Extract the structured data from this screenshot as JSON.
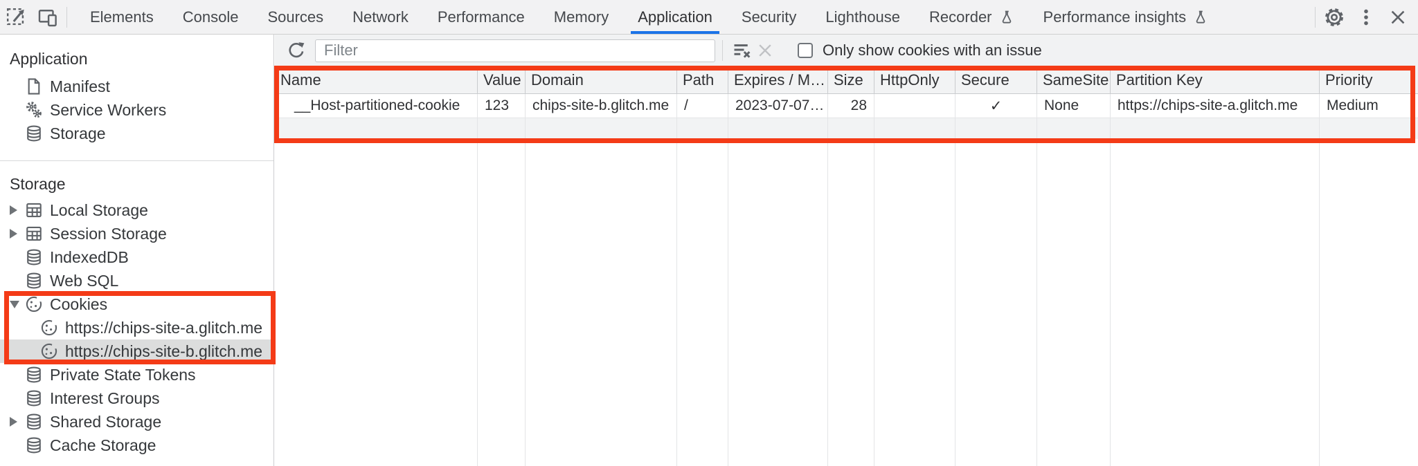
{
  "top_bar": {
    "tabs": [
      {
        "label": "Elements"
      },
      {
        "label": "Console"
      },
      {
        "label": "Sources"
      },
      {
        "label": "Network"
      },
      {
        "label": "Performance"
      },
      {
        "label": "Memory"
      },
      {
        "label": "Application",
        "selected": true
      },
      {
        "label": "Security"
      },
      {
        "label": "Lighthouse"
      },
      {
        "label": "Recorder",
        "has_flask_icon": true
      },
      {
        "label": "Performance insights",
        "has_flask_icon": true
      }
    ]
  },
  "sidebar": {
    "application_section": {
      "title": "Application",
      "items": [
        {
          "label": "Manifest",
          "icon": "document-icon"
        },
        {
          "label": "Service Workers",
          "icon": "gears-icon"
        },
        {
          "label": "Storage",
          "icon": "database-icon"
        }
      ]
    },
    "storage_section": {
      "title": "Storage",
      "items": [
        {
          "label": "Local Storage",
          "icon": "table-icon",
          "collapsed": true
        },
        {
          "label": "Session Storage",
          "icon": "table-icon",
          "collapsed": true
        },
        {
          "label": "IndexedDB",
          "icon": "database-icon"
        },
        {
          "label": "Web SQL",
          "icon": "database-icon"
        },
        {
          "label": "Cookies",
          "icon": "cookie-icon",
          "expanded": true,
          "children": [
            {
              "label": "https://chips-site-a.glitch.me",
              "icon": "cookie-icon"
            },
            {
              "label": "https://chips-site-b.glitch.me",
              "icon": "cookie-icon",
              "selected": true
            }
          ]
        },
        {
          "label": "Private State Tokens",
          "icon": "database-icon"
        },
        {
          "label": "Interest Groups",
          "icon": "database-icon"
        },
        {
          "label": "Shared Storage",
          "icon": "database-icon",
          "collapsed": true
        },
        {
          "label": "Cache Storage",
          "icon": "database-icon"
        }
      ]
    }
  },
  "cookies_toolbar": {
    "filter_placeholder": "Filter",
    "only_show_issue_label": "Only show cookies with an issue",
    "checkbox_checked": false
  },
  "cookies_table": {
    "columns": [
      "Name",
      "Value",
      "Domain",
      "Path",
      "Expires / M…",
      "Size",
      "HttpOnly",
      "Secure",
      "SameSite",
      "Partition Key",
      "Priority"
    ],
    "rows": [
      {
        "name": "__Host-partitioned-cookie",
        "value": "123",
        "domain": "chips-site-b.glitch.me",
        "path": "/",
        "expires": "2023-07-07…",
        "size": "28",
        "http_only": "",
        "secure": "✓",
        "same_site": "None",
        "partition_key": "https://chips-site-a.glitch.me",
        "priority": "Medium"
      }
    ]
  },
  "colors": {
    "accent_blue": "#1a73e8",
    "annotation_red": "#f43b17",
    "selected_row_bg": "#dcdddd"
  }
}
